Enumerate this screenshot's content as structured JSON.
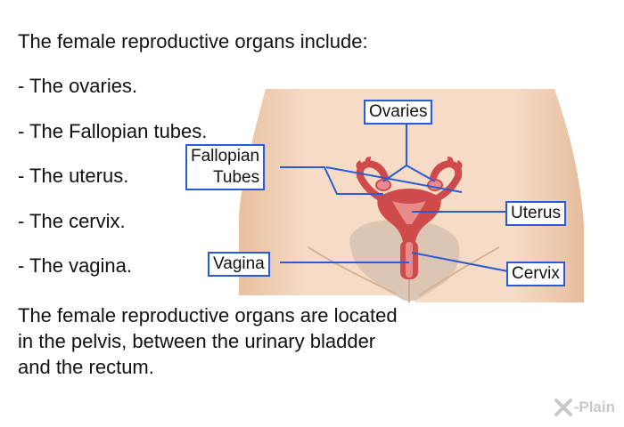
{
  "intro": "The female reproductive organs include:",
  "bullets": [
    "- The ovaries.",
    "- The Fallopian tubes.",
    "- The uterus.",
    "- The cervix.",
    "- The vagina."
  ],
  "summary": "The female reproductive organs are located in the pelvis, between the urinary bladder and the rectum.",
  "labels": {
    "ovaries": "Ovaries",
    "fallopian_line1": "Fallopian",
    "fallopian_line2": "Tubes",
    "uterus": "Uterus",
    "vagina": "Vagina",
    "cervix": "Cervix"
  },
  "watermark": "-Plain",
  "colors": {
    "label_border": "#2a5bd7",
    "skin": "#f3d9c3",
    "organ": "#cf4a4a",
    "organ_light": "#e98b8b"
  }
}
